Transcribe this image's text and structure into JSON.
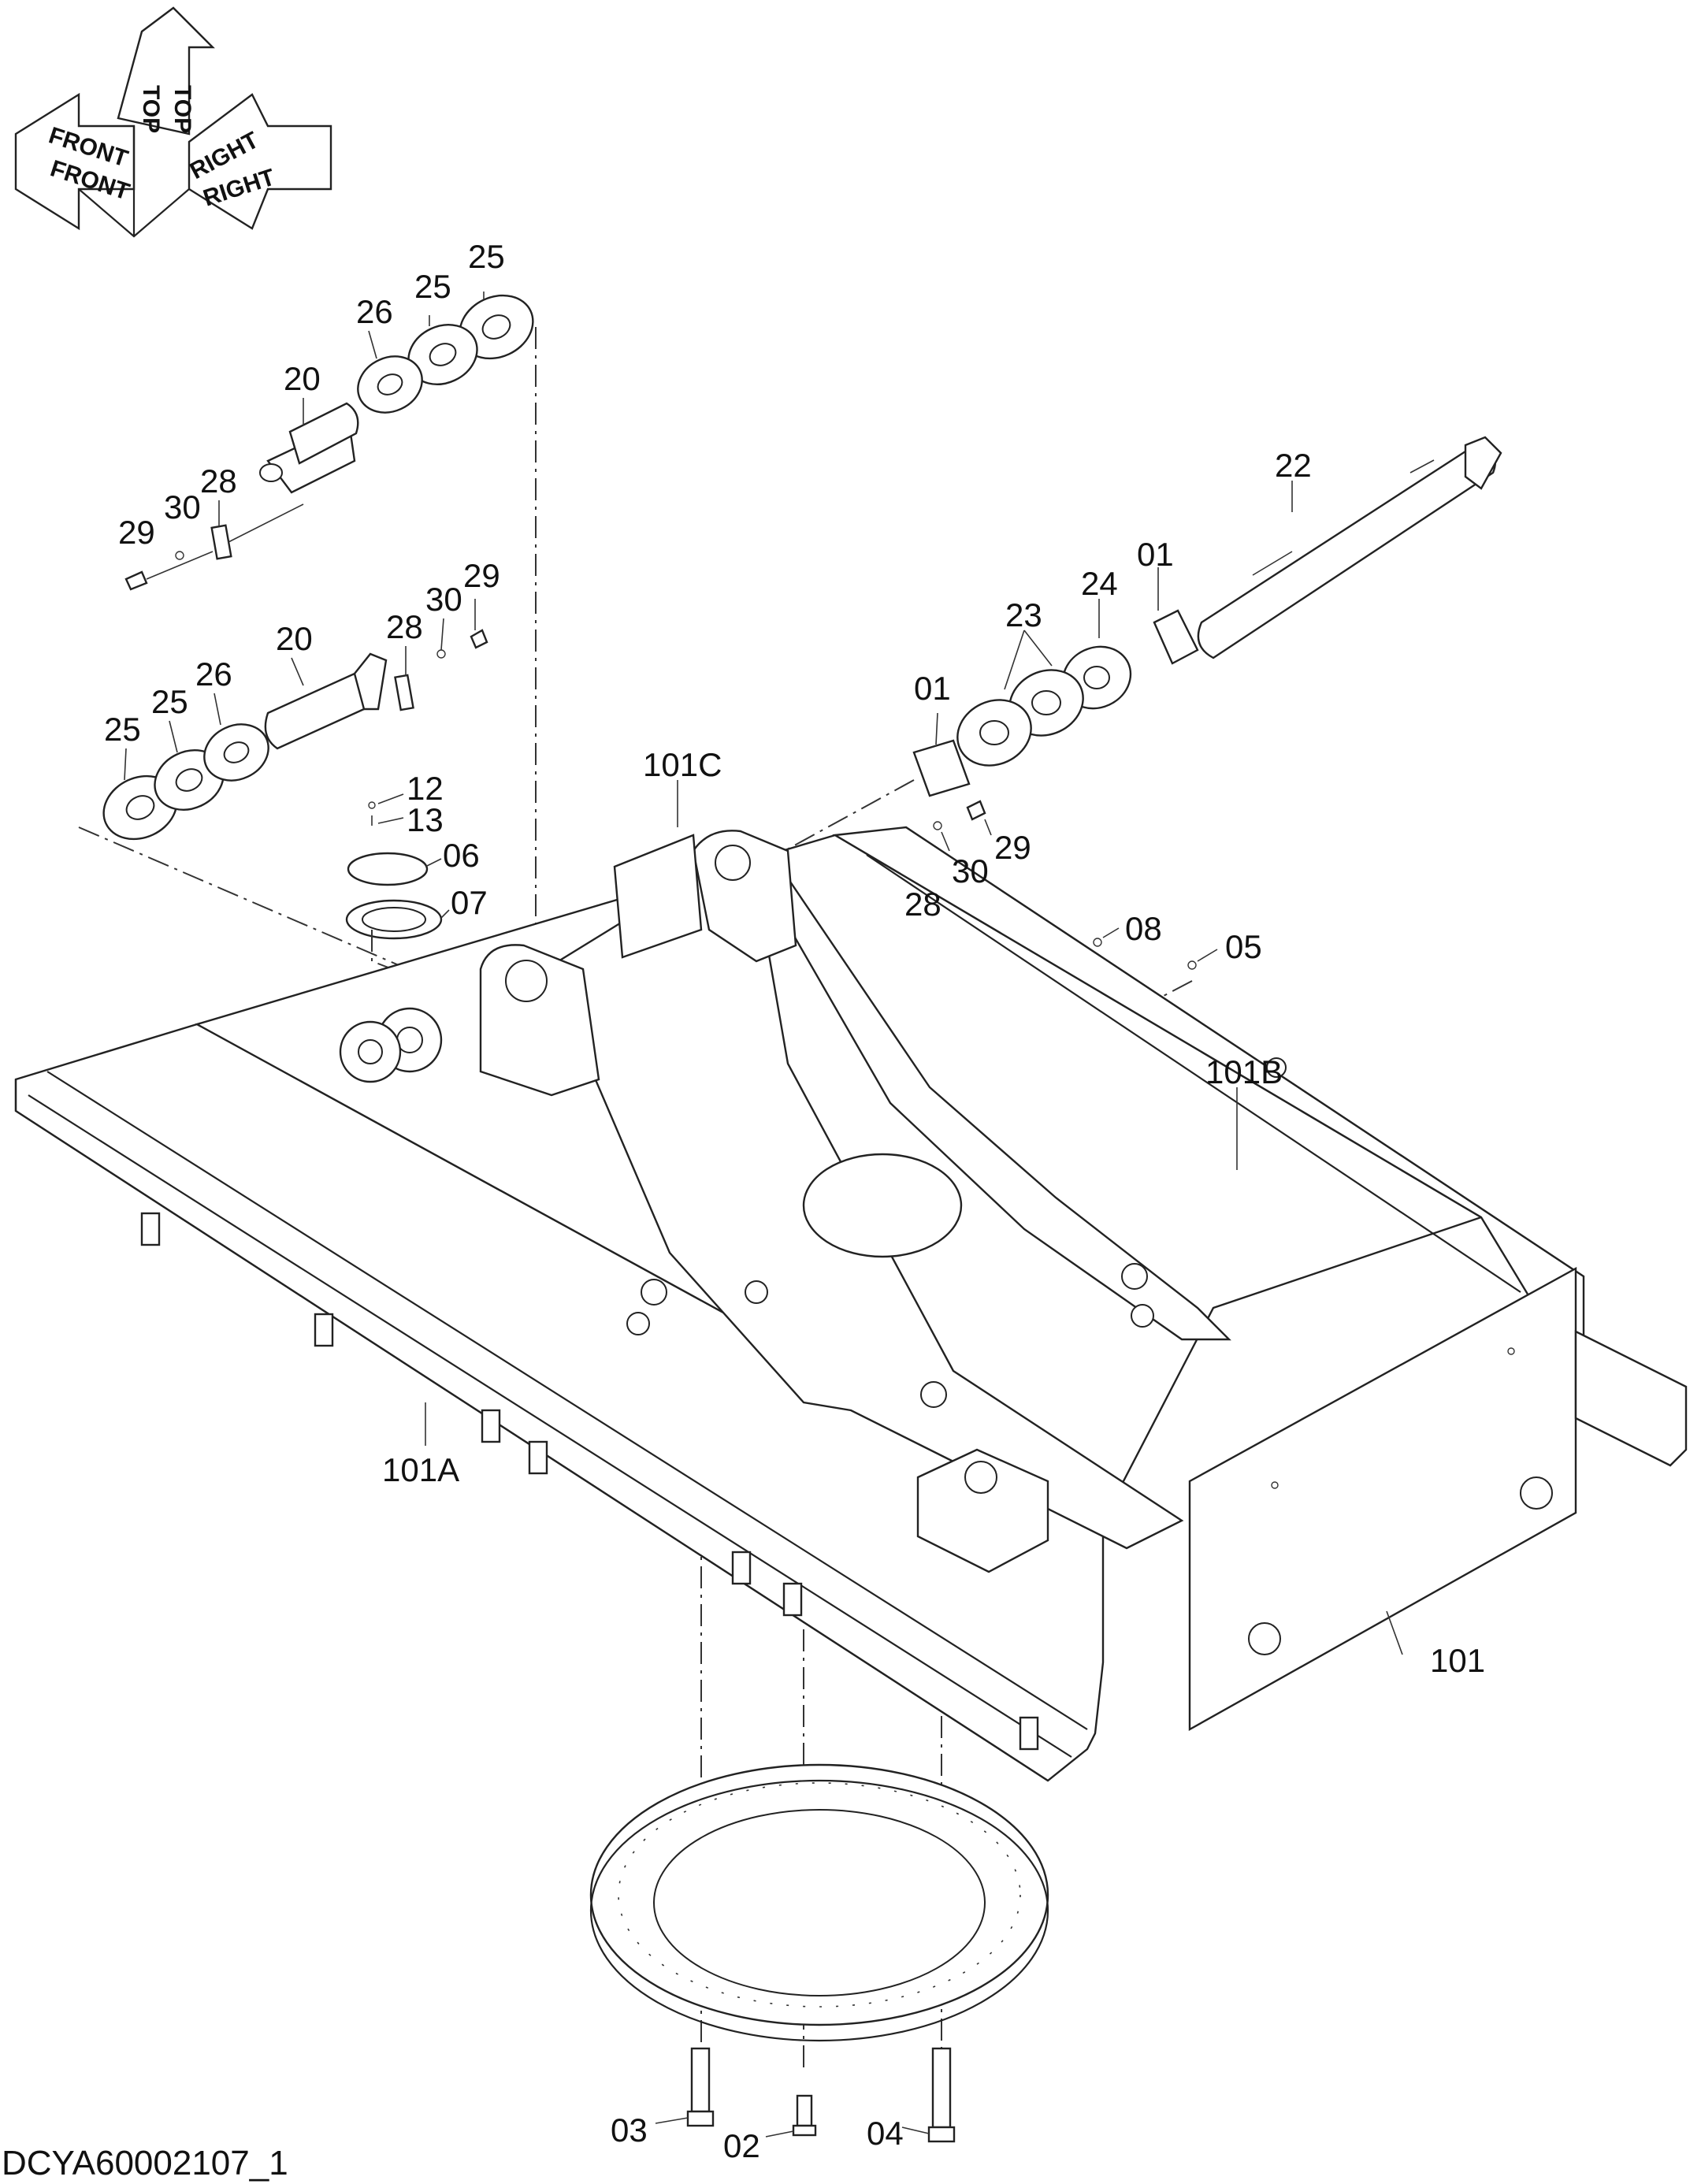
{
  "drawing_code": "DCYA60002107_1",
  "orientation": {
    "front": "FRONT",
    "top": "TOP",
    "right": "RIGHT"
  },
  "callouts": [
    {
      "id": "c-25a",
      "text": "25"
    },
    {
      "id": "c-25b",
      "text": "25"
    },
    {
      "id": "c-26a",
      "text": "26"
    },
    {
      "id": "c-20a",
      "text": "20"
    },
    {
      "id": "c-28a",
      "text": "28"
    },
    {
      "id": "c-30a",
      "text": "30"
    },
    {
      "id": "c-29a",
      "text": "29"
    },
    {
      "id": "c-29b",
      "text": "29"
    },
    {
      "id": "c-30b",
      "text": "30"
    },
    {
      "id": "c-28b",
      "text": "28"
    },
    {
      "id": "c-20b",
      "text": "20"
    },
    {
      "id": "c-26b",
      "text": "26"
    },
    {
      "id": "c-25c",
      "text": "25"
    },
    {
      "id": "c-25d",
      "text": "25"
    },
    {
      "id": "c-12",
      "text": "12"
    },
    {
      "id": "c-13",
      "text": "13"
    },
    {
      "id": "c-06",
      "text": "06"
    },
    {
      "id": "c-07",
      "text": "07"
    },
    {
      "id": "c-101C",
      "text": "101C"
    },
    {
      "id": "c-22",
      "text": "22"
    },
    {
      "id": "c-01a",
      "text": "01"
    },
    {
      "id": "c-24",
      "text": "24"
    },
    {
      "id": "c-23",
      "text": "23"
    },
    {
      "id": "c-01b",
      "text": "01"
    },
    {
      "id": "c-29c",
      "text": "29"
    },
    {
      "id": "c-30c",
      "text": "30"
    },
    {
      "id": "c-28c",
      "text": "28"
    },
    {
      "id": "c-08",
      "text": "08"
    },
    {
      "id": "c-05",
      "text": "05"
    },
    {
      "id": "c-101B",
      "text": "101B"
    },
    {
      "id": "c-101A",
      "text": "101A"
    },
    {
      "id": "c-101",
      "text": "101"
    },
    {
      "id": "c-03",
      "text": "03"
    },
    {
      "id": "c-02",
      "text": "02"
    },
    {
      "id": "c-04",
      "text": "04"
    }
  ]
}
